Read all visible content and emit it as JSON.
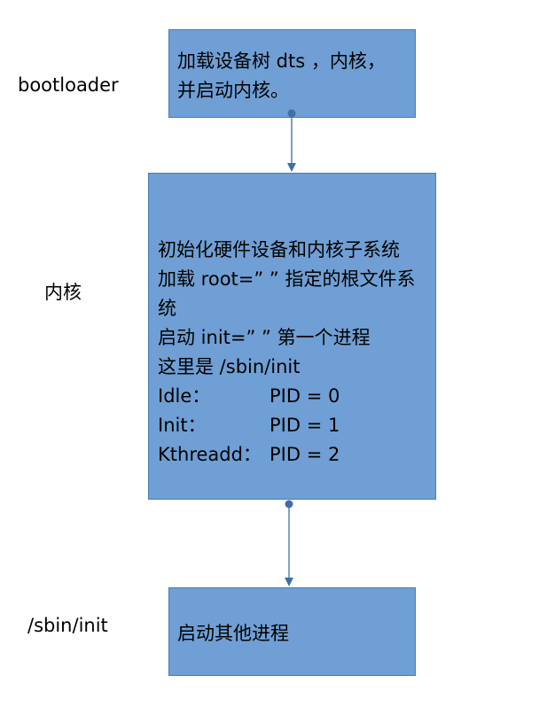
{
  "stages": [
    {
      "label": "bootloader",
      "box_lines": [
        "加载设备树 dts ，内核，",
        "并启动内核。"
      ]
    },
    {
      "label": "内核",
      "box_lines": [
        "初始化硬件设备和内核子系统",
        "加载 root=” ” 指定的根文件系",
        "统",
        "启动 init=” ” 第一个进程",
        "这里是  /sbin/init"
      ],
      "pid_rows": [
        {
          "name": "Idle：",
          "pid": "PID = 0"
        },
        {
          "name": "Init：",
          "pid": "PID = 1"
        },
        {
          "name": "Kthreadd：",
          "pid": "PID = 2"
        }
      ]
    },
    {
      "label": "/sbin/init",
      "box_lines": [
        "启动其他进程"
      ]
    }
  ],
  "colors": {
    "box_fill": "#6f9fd4",
    "box_border": "#4a7ab5",
    "connector": "#3e6fa8"
  }
}
